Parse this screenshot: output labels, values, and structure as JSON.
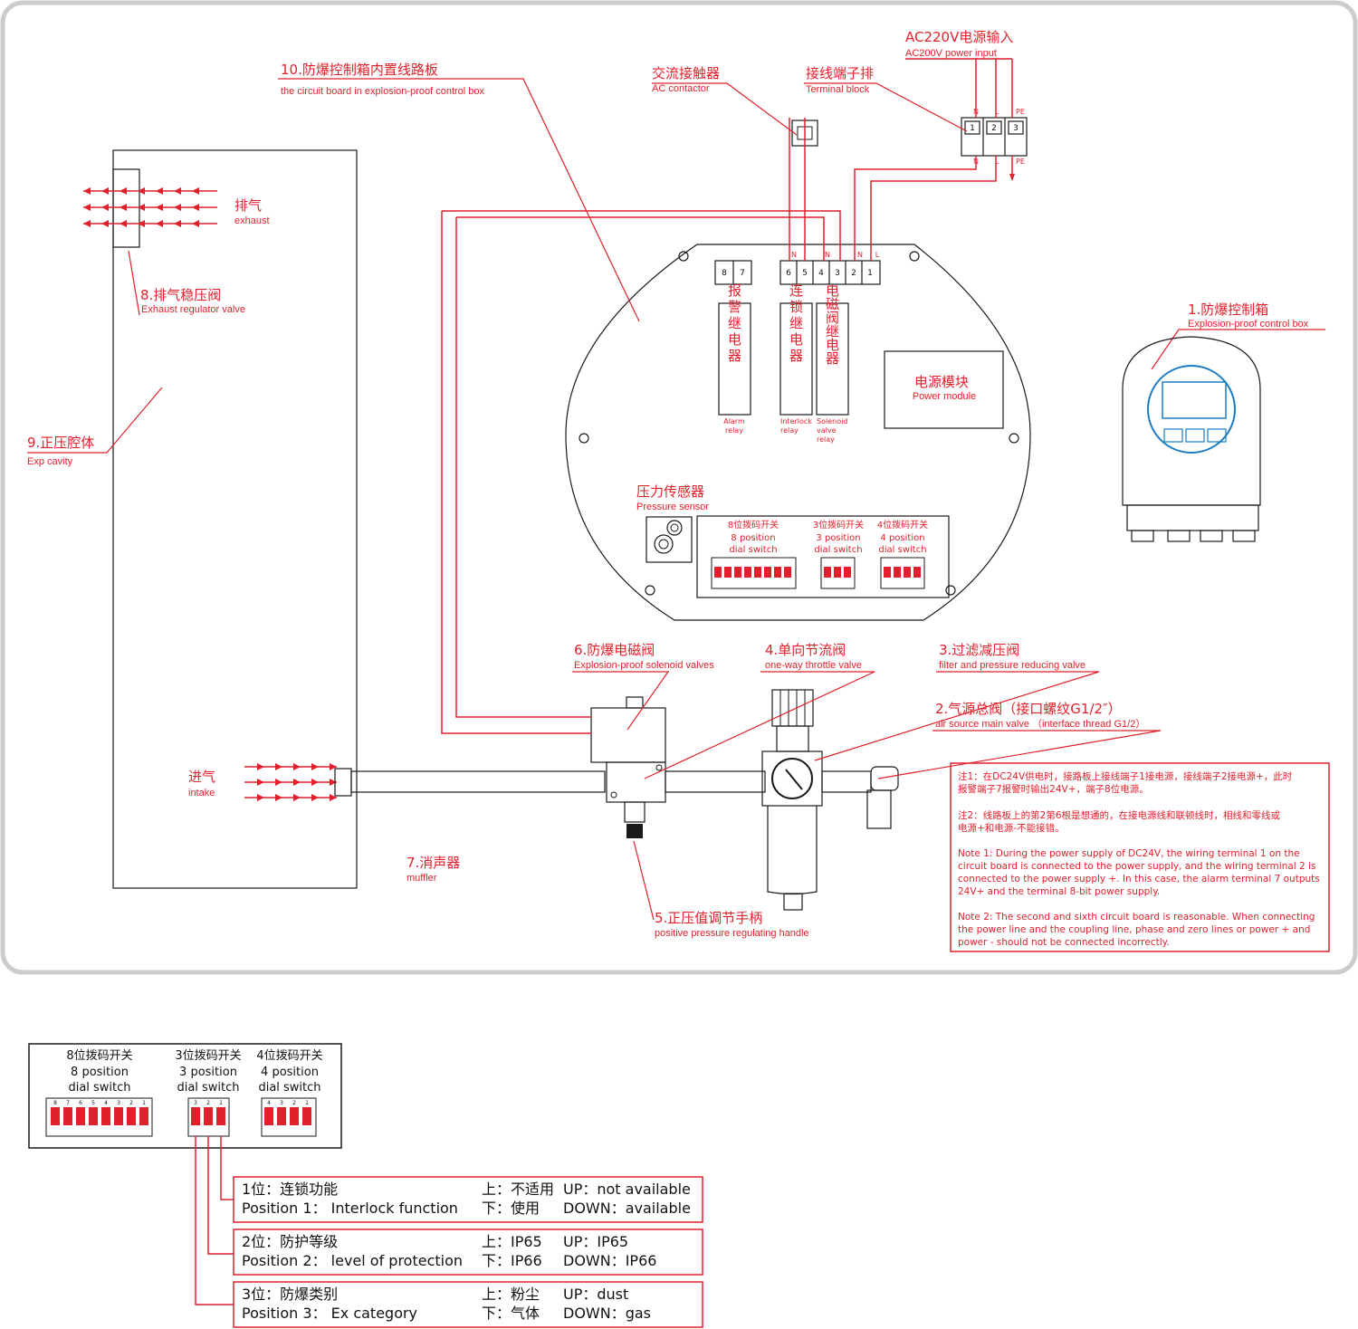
{
  "labels": {
    "board": {
      "cn": "10.防爆控制箱内置线路板",
      "en": "the circuit board in explosion-proof control box"
    },
    "contactor": {
      "cn": "交流接触器",
      "en": "AC contactor"
    },
    "terminal": {
      "cn": "接线端子排",
      "en": "Terminal block"
    },
    "power_in": {
      "cn": "AC220V电源输入",
      "en": "AC200V power input"
    },
    "exhaust": {
      "cn": "排气",
      "en": "exhaust"
    },
    "exhaust_valve": {
      "cn": "8.排气稳压阀",
      "en": "Exhaust regulator valve"
    },
    "cavity": {
      "cn": "9.正压腔体",
      "en": "Exp cavity"
    },
    "control_box": {
      "cn": "1.防爆控制箱",
      "en": "Explosion-proof control box"
    },
    "pressure_sensor": {
      "cn": "压力传感器",
      "en": "Pressure sensor"
    },
    "solenoid": {
      "cn": "6.防爆电磁阀",
      "en": "Explosion-proof solenoid valves"
    },
    "throttle": {
      "cn": "4.单向节流阀",
      "en": "one-way throttle valve"
    },
    "filter": {
      "cn": "3.过滤减压阀",
      "en": "filter and pressure reducing valve"
    },
    "air_main": {
      "cn": "2.气源总阀（接口螺纹G1/2″）",
      "en": "air source main valve （interface thread G1/2）"
    },
    "intake": {
      "cn": "进气",
      "en": "intake"
    },
    "muffler": {
      "cn": "7.消声器",
      "en": "muffler"
    },
    "handle": {
      "cn": "5.正压值调节手柄",
      "en": "positive pressure regulating handle"
    },
    "power_module": {
      "cn": "电源模块",
      "en": "Power module"
    },
    "alarm_relay": {
      "cn": "报警继电器",
      "en1": "Alarm",
      "en2": "relay"
    },
    "interlock_relay": {
      "cn": "连锁继电器",
      "en1": "Interlock",
      "en2": "relay"
    },
    "solenoid_relay": {
      "cn": "电磁阀继电器",
      "en1": "Solenoid",
      "en2": "valve",
      "en3": "relay"
    },
    "sw8": {
      "cn": "8位拨码开关",
      "en1": "8 position",
      "en2": "dial switch"
    },
    "sw3": {
      "cn": "3位拨码开关",
      "en1": "3 position",
      "en2": "dial switch"
    },
    "sw4": {
      "cn": "4位拨码开关",
      "en1": "4 position",
      "en2": "dial switch"
    }
  },
  "terminals": {
    "board": [
      "8",
      "7",
      "6",
      "5",
      "4",
      "3",
      "2",
      "1"
    ],
    "board_top": [
      "N",
      "N",
      "N",
      "L"
    ],
    "block": [
      "1",
      "2",
      "3"
    ],
    "block_top": [
      "N",
      "L",
      "PE"
    ],
    "block_bottom": [
      "N",
      "L",
      "PE"
    ]
  },
  "notes": {
    "n1_cn": "注1：在DC24V供电时，接路板上接线端子1接电源，接线端子2接电源+，此时",
    "n1_cn2": "报警端子7报警时输出24V+，端子8位电源。",
    "n2_cn": "注2：线路板上的第2第6根是想通的，在接电源线和联顿线时，相线和零线或",
    "n2_cn2": "电源+和电源-不能接错。",
    "n1_en1": "Note 1: During the power supply of DC24V, the wiring terminal 1 on the",
    "n1_en2": "circuit board is connected to the power supply, and the wiring terminal 2 is",
    "n1_en3": "connected to the power supply +. In this case, the alarm terminal 7 outputs",
    "n1_en4": "24V+ and the terminal 8-bit power supply.",
    "n2_en1": "Note 2: The second and sixth circuit board is reasonable. When connecting",
    "n2_en2": "the power line and the coupling line, phase and zero lines or power + and",
    "n2_en3": "power - should not be connected incorrectly."
  },
  "legend": {
    "sw8": {
      "cn": "8位拨码开关",
      "en1": "8 position",
      "en2": "dial switch"
    },
    "sw3": {
      "cn": "3位拨码开关",
      "en1": "3 position",
      "en2": "dial switch"
    },
    "sw4": {
      "cn": "4位拨码开关",
      "en1": "4 position",
      "en2": "dial switch"
    },
    "rows": [
      {
        "pos_cn": "1位：连锁功能",
        "pos_en": "Position 1： Interlock function",
        "up_cn": "上：不适用",
        "up_en": "UP：not available",
        "down_cn": "下：使用",
        "down_en": "DOWN：available"
      },
      {
        "pos_cn": "2位：防护等级",
        "pos_en": "Position 2： level of protection",
        "up_cn": "上：IP65",
        "up_en": "UP：IP65",
        "down_cn": "下：IP66",
        "down_en": "DOWN：IP66"
      },
      {
        "pos_cn": "3位：防爆类别",
        "pos_en": "Position 3： Ex category",
        "up_cn": "上：粉尘",
        "up_en": "UP：dust",
        "down_cn": "下：气体",
        "down_en": "DOWN：gas"
      }
    ]
  },
  "dial_numbers": {
    "sw8": [
      "8",
      "7",
      "6",
      "5",
      "4",
      "3",
      "2",
      "1"
    ],
    "sw3": [
      "3",
      "2",
      "1"
    ],
    "sw4": [
      "4",
      "3",
      "2",
      "1"
    ]
  },
  "colors": {
    "accent": "#e0212c",
    "line": "#1a1a1a",
    "frame": "#cccccc"
  }
}
